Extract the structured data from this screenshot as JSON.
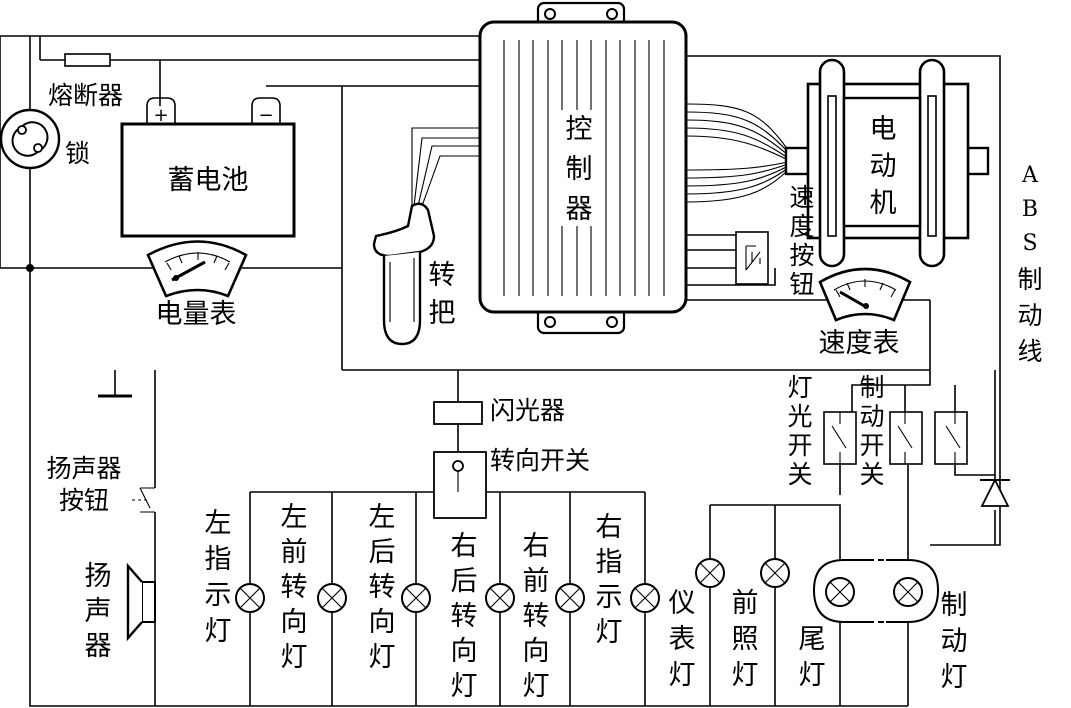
{
  "labels": {
    "fuse": "熔断器",
    "lock": "锁",
    "battery": "蓄电池",
    "plus": "+",
    "minus": "−",
    "battery_meter": "电量表",
    "controller": [
      "控",
      "制",
      "器"
    ],
    "handle": [
      "转",
      "把"
    ],
    "motor": [
      "电",
      "动",
      "机"
    ],
    "speed_button": [
      "速",
      "度",
      "按",
      "钮"
    ],
    "speedometer": "速度表",
    "abs_line": [
      "A",
      "B",
      "S",
      "制",
      "动",
      "线"
    ],
    "flasher": "闪光器",
    "turn_switch": "转向开关",
    "horn_button": [
      "扬声器",
      "按钮"
    ],
    "horn": [
      "扬",
      "声",
      "器"
    ],
    "light_switch": [
      "灯",
      "光",
      "开",
      "关"
    ],
    "brake_switch": [
      "制",
      "动",
      "开",
      "关"
    ],
    "left_indicator": [
      "左",
      "指",
      "示",
      "灯"
    ],
    "left_front_turn": [
      "左",
      "前",
      "转",
      "向",
      "灯"
    ],
    "left_rear_turn": [
      "左",
      "后",
      "转",
      "向",
      "灯"
    ],
    "right_rear_turn": [
      "右",
      "后",
      "转",
      "向",
      "灯"
    ],
    "right_front_turn": [
      "右",
      "前",
      "转",
      "向",
      "灯"
    ],
    "right_indicator": [
      "右",
      "指",
      "示",
      "灯"
    ],
    "instrument_light": [
      "仪",
      "表",
      "灯"
    ],
    "headlight": [
      "前",
      "照",
      "灯"
    ],
    "tail_light": [
      "尾",
      "灯"
    ],
    "brake_light": [
      "制",
      "动",
      "灯"
    ]
  }
}
